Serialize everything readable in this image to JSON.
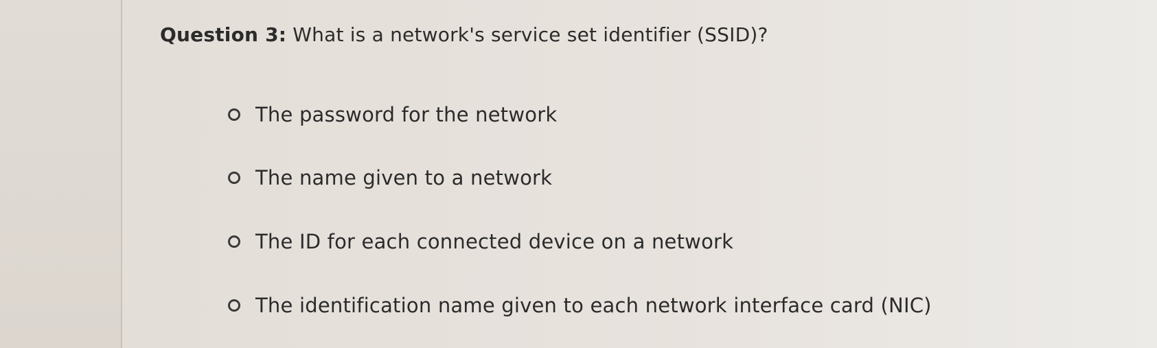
{
  "question": {
    "number_label": "Question 3:",
    "text": "What is a network's service set identifier (SSID)?"
  },
  "options": [
    {
      "label": "The password for the network",
      "selected": false
    },
    {
      "label": "The name given to a network",
      "selected": false
    },
    {
      "label": "The ID for each connected device on a network",
      "selected": false
    },
    {
      "label": "The identification name given to each network interface card (NIC)",
      "selected": false
    }
  ]
}
